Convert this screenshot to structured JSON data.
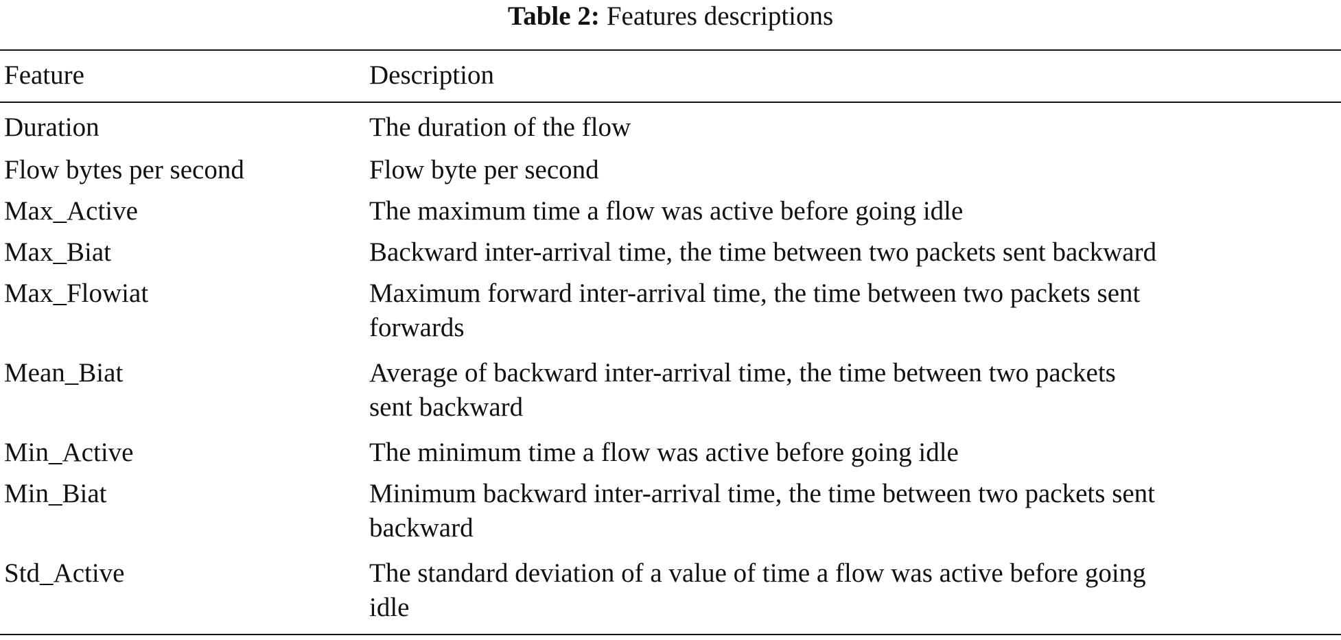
{
  "caption": {
    "label": "Table 2:",
    "text": "Features descriptions"
  },
  "table": {
    "headers": [
      "Feature",
      "Description"
    ],
    "rows": [
      {
        "feature": "Duration",
        "description": [
          "The duration of the flow"
        ]
      },
      {
        "feature": "Flow bytes per second",
        "description": [
          "Flow byte per second"
        ]
      },
      {
        "feature": "Max_Active",
        "description": [
          "The maximum time a flow was active before going idle"
        ]
      },
      {
        "feature": "Max_Biat",
        "description": [
          "Backward inter-arrival time, the time between two packets sent backward"
        ]
      },
      {
        "feature": "Max_Flowiat",
        "description": [
          "Maximum forward inter-arrival time, the time between two packets sent",
          "forwards"
        ]
      },
      {
        "feature": "Mean_Biat",
        "description": [
          "Average of backward inter-arrival time, the time between two packets",
          "sent backward"
        ]
      },
      {
        "feature": "Min_Active",
        "description": [
          "The minimum time a flow was active before going idle"
        ]
      },
      {
        "feature": "Min_Biat",
        "description": [
          "Minimum backward inter-arrival time, the time between two packets sent",
          "backward"
        ]
      },
      {
        "feature": "Std_Active",
        "description": [
          "The standard deviation of a value of time a flow was active before going",
          "idle"
        ]
      }
    ]
  }
}
